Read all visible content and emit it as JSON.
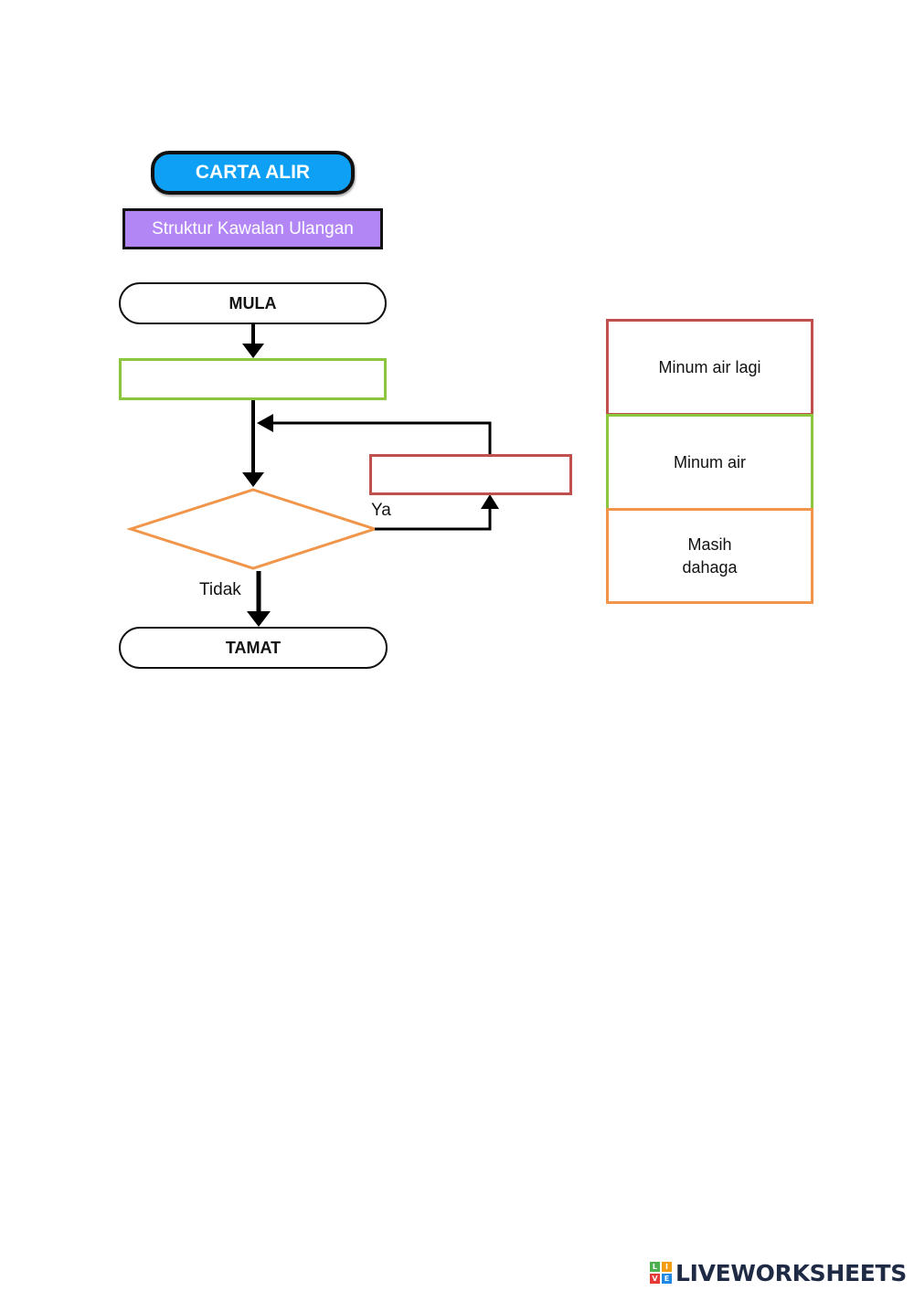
{
  "title": "CARTA ALIR",
  "subtitle": "Struktur Kawalan Ulangan",
  "flowchart": {
    "start_label": "MULA",
    "end_label": "TAMAT",
    "yes_label": "Ya",
    "no_label": "Tidak"
  },
  "options": [
    {
      "label": "Minum air lagi",
      "color": "#c0504d"
    },
    {
      "label": "Minum air",
      "color": "#8cc63f"
    },
    {
      "label": "Masih\ndahaga",
      "color": "#f0954a"
    }
  ],
  "drop_colors": {
    "process_box": "#8cc63f",
    "decision": "#f0954a",
    "loop_box": "#c0504d"
  },
  "logo": {
    "text": "LIVEWORKSHEETS",
    "letters": [
      "L",
      "I",
      "V",
      "E"
    ],
    "colors": [
      "#4caf50",
      "#f39c12",
      "#e53935",
      "#1e88e5"
    ]
  }
}
